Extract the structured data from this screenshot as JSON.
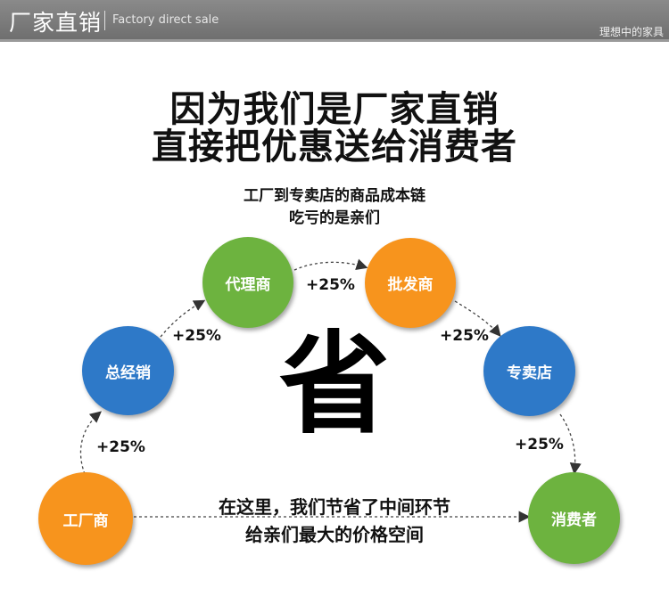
{
  "header": {
    "title": "厂家直销",
    "subtitle": "Factory direct sale",
    "brand": "理想中的家具"
  },
  "headline": {
    "line1": "因为我们是厂家直销",
    "line2": "直接把优惠送给消费者"
  },
  "note": {
    "line1": "工厂到专卖店的商品成本链",
    "line2": "吃亏的是亲们"
  },
  "nodes": {
    "factory": {
      "label": "工厂商",
      "color": "#f7941d"
    },
    "distributor": {
      "label": "总经销",
      "color": "#2e79c8"
    },
    "agent": {
      "label": "代理商",
      "color": "#6db33f"
    },
    "wholesaler": {
      "label": "批发商",
      "color": "#f7941d"
    },
    "store": {
      "label": "专卖店",
      "color": "#2e79c8"
    },
    "consumer": {
      "label": "消费者",
      "color": "#6db33f"
    }
  },
  "markups": {
    "m1": "+25%",
    "m2": "+25%",
    "m3": "+25%",
    "m4": "+25%",
    "m5": "+25%"
  },
  "center": {
    "big_char": "省",
    "line1": "在这里，我们节省了中间环节",
    "line2": "给亲们最大的价格空间"
  }
}
